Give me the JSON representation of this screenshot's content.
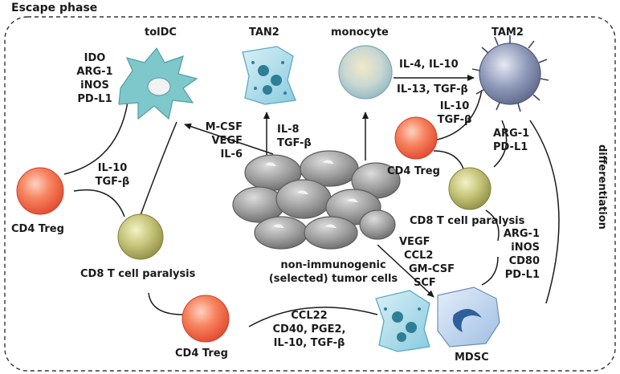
{
  "phase_title": "Escape phase",
  "cells": {
    "toldc": "tolDC",
    "tan2": "TAN2",
    "monocyte": "monocyte",
    "tam2": "TAM2",
    "tumor": [
      "non-immunogenic",
      "(selected) tumor cells"
    ],
    "mdsc": "MDSC",
    "cd4_treg_left": "CD4 Treg",
    "cd4_treg_right": "CD4 Treg",
    "cd4_treg_bottom": "CD4 Treg",
    "cd8_left": "CD8 T cell paralysis",
    "cd8_right": "CD8 T cell paralysis"
  },
  "factors": {
    "toldc_markers": [
      "IDO",
      "ARG-1",
      "iNOS",
      "PD-L1"
    ],
    "treg_left_to_cd8": [
      "IL-10",
      "TGF-β"
    ],
    "tumor_to_toldc": [
      "M-CSF",
      "VEGF",
      "IL-6"
    ],
    "tumor_to_tan2": [
      "IL-8",
      "TGF-β"
    ],
    "monocyte_to_tam2": [
      "IL-4, IL-10",
      "IL-13, TGF-β"
    ],
    "treg_right_to_tam2": [
      "IL-10",
      "TGF-β"
    ],
    "tam2_to_cd8": [
      "ARG-1",
      "PD-L1"
    ],
    "mdsc_markers": [
      "ARG-1",
      "iNOS",
      "CD80",
      "PD-L1"
    ],
    "tumor_to_mdsc": [
      "VEGF",
      "CCL2",
      "GM-CSF",
      "SCF"
    ],
    "mdsc_to_treg": [
      "CCL22",
      "CD40, PGE2,",
      "IL-10, TGF-β"
    ]
  },
  "side_label": "differentiation",
  "colors": {
    "treg": "#f26a4f",
    "cd8": "#b9b865",
    "toldc": "#7ec8cc",
    "tan2": "#9fd6e8",
    "monocyte": "#bcd3d6",
    "tam2": "#8a95b5",
    "mdsc": "#a9c7e6",
    "tumor": "#8c8c8c"
  }
}
